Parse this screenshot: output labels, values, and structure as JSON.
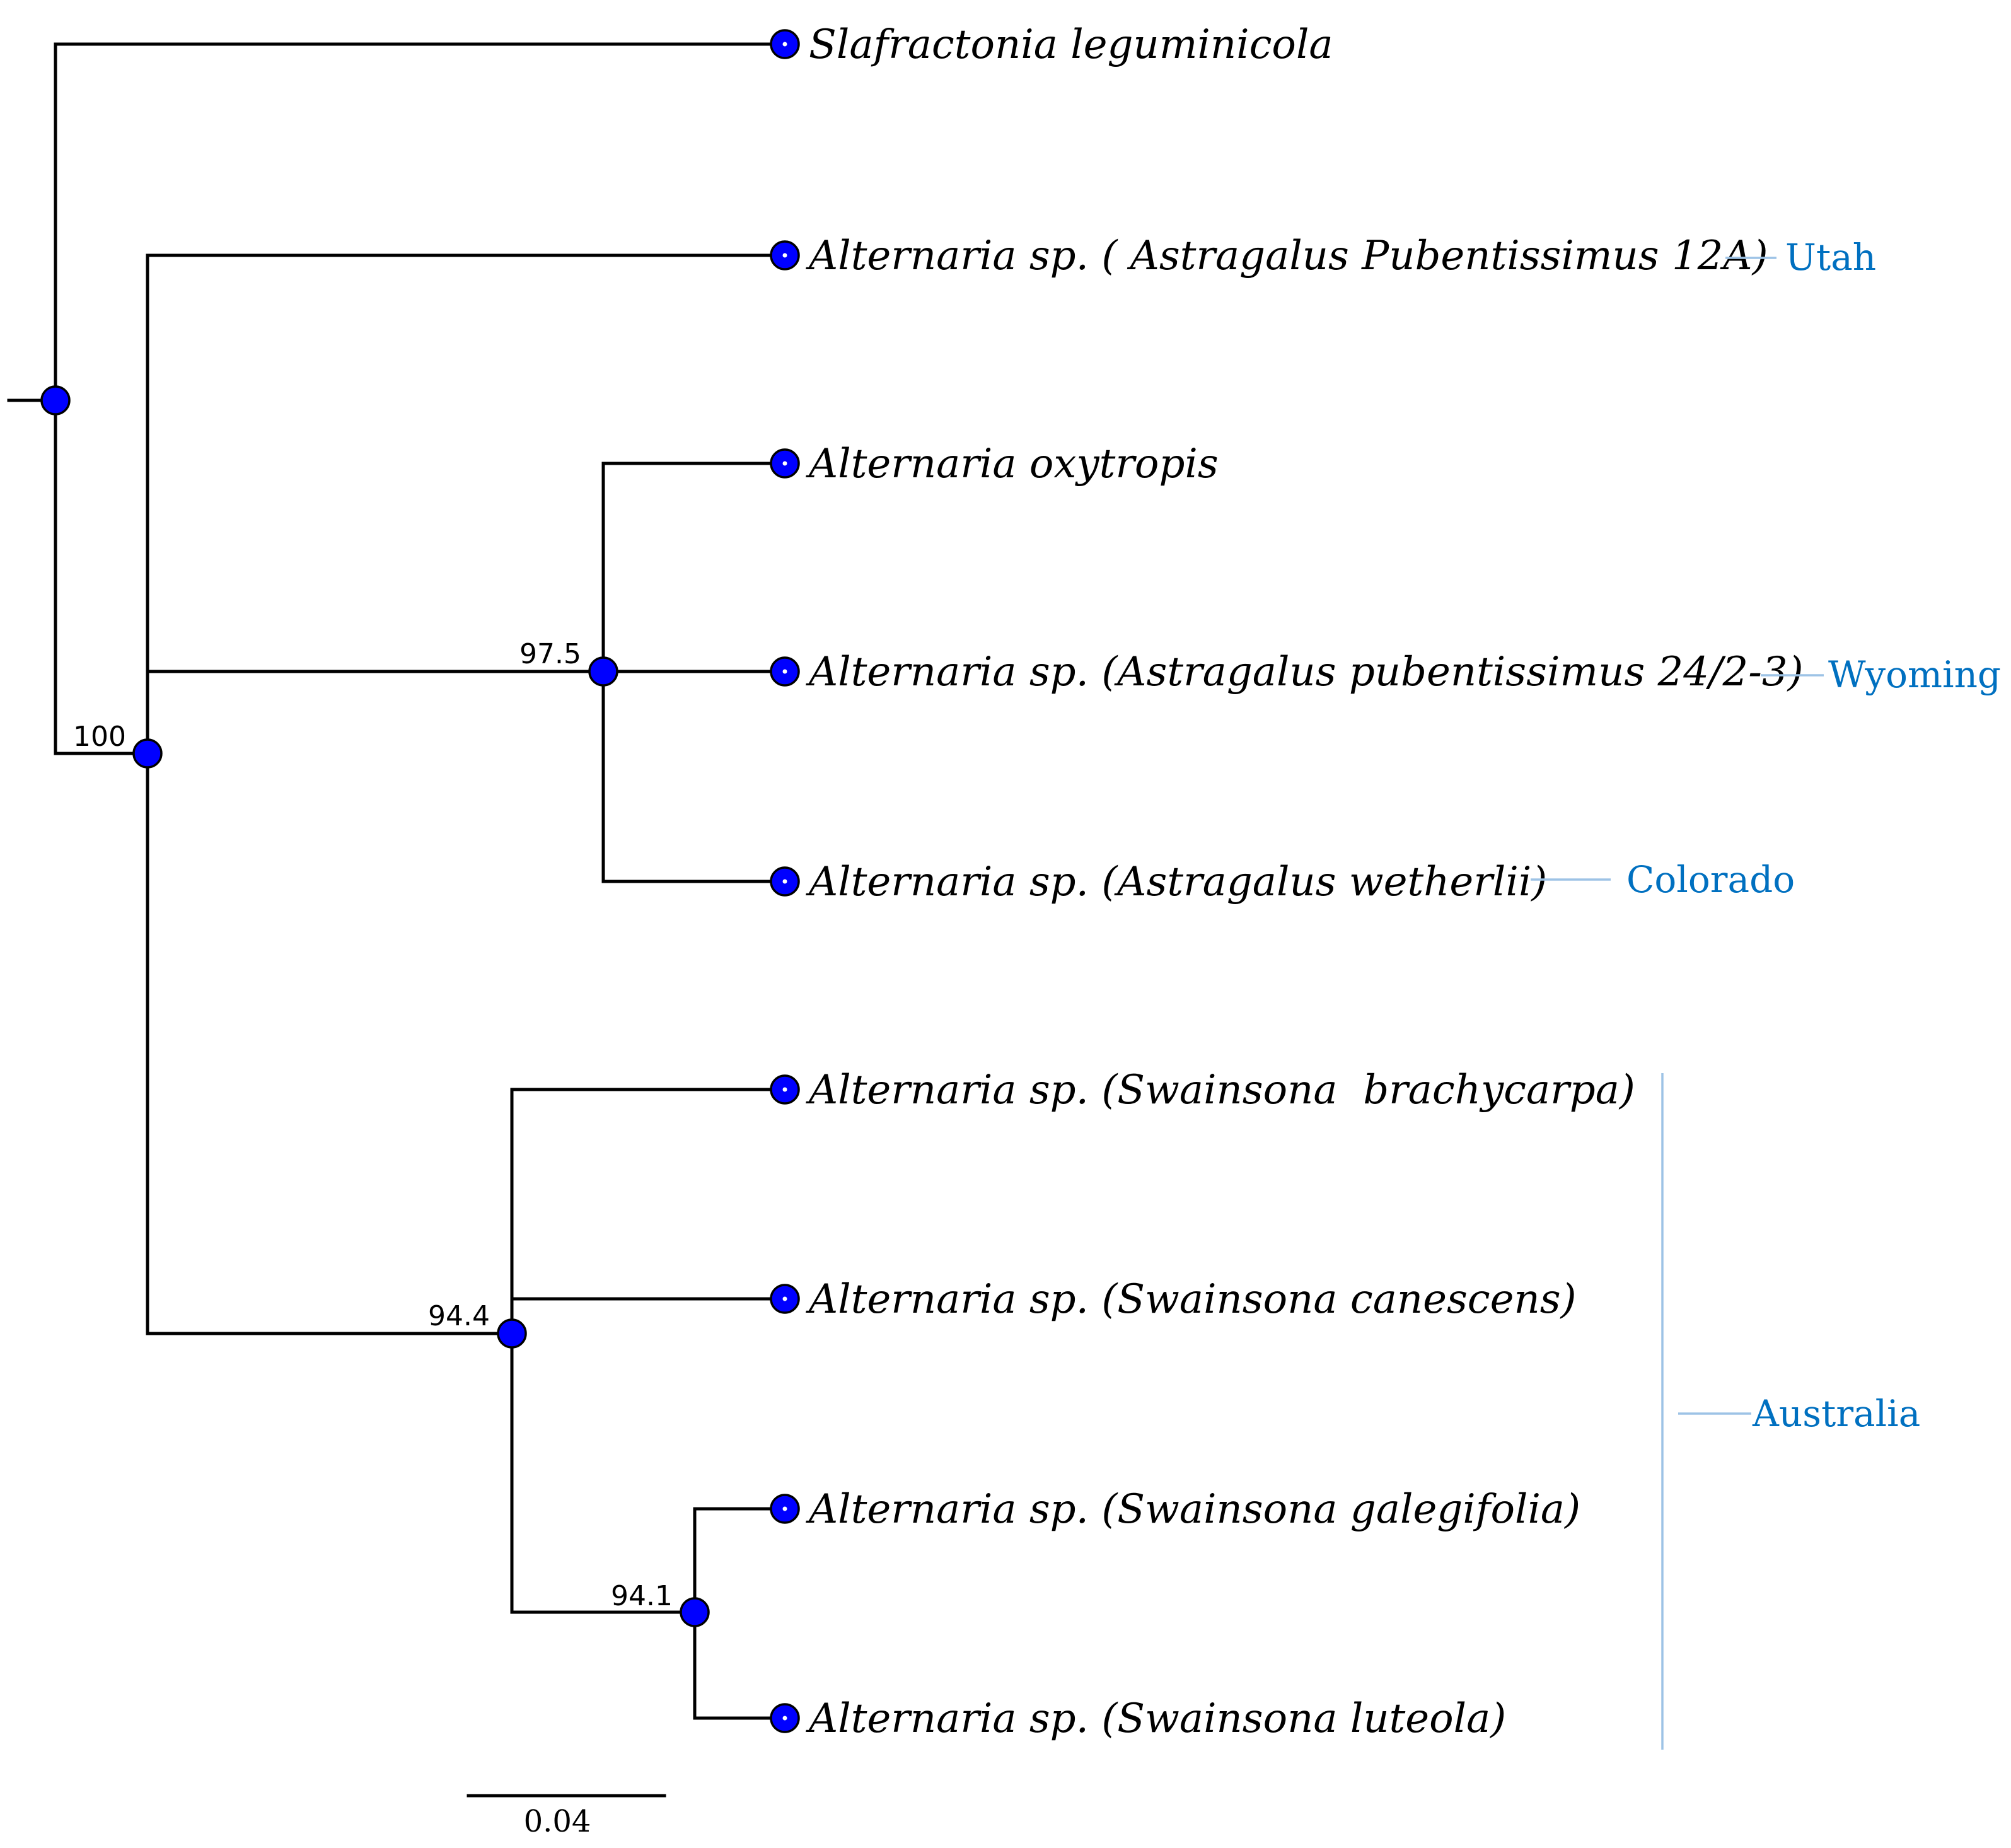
{
  "colors": {
    "node_fill": "#0000ff",
    "branch": "#000000",
    "region_text": "#0070c0",
    "region_line": "#9dc3e6"
  },
  "taxa": [
    "Slafractonia leguminicola",
    "Alternaria sp. ( Astragalus Pubentissimus 12A)",
    "Alternaria oxytropis",
    "Alternaria sp. (Astragalus pubentissimus 24/2-3)",
    "Alternaria sp. (Astragalus wetherlii)",
    "Alternaria sp. (Swainsona  brachycarpa)",
    "Alternaria sp. (Swainsona canescens)",
    "Alternaria sp. (Swainsona galegifolia)",
    "Alternaria sp. (Swainsona luteola)"
  ],
  "support_values": {
    "ingroup": "100",
    "north_america_clade": "97.5",
    "australia_clade": "94.4",
    "galegifolia_luteola_clade": "94.1"
  },
  "regions": {
    "utah": "Utah",
    "wyoming": "Wyoming",
    "colorado": "Colorado",
    "australia": "Australia"
  },
  "scale_bar": {
    "label": "0.04",
    "value": 0.04
  }
}
